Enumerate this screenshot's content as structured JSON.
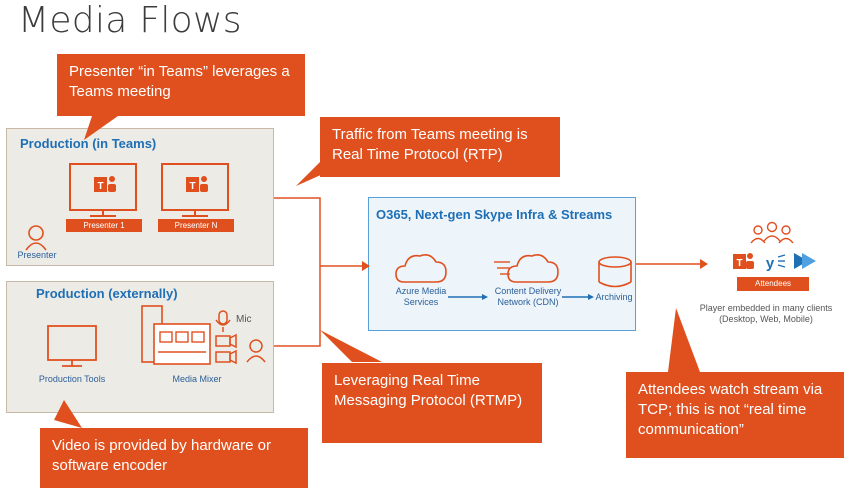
{
  "title": "Media Flows",
  "callouts": {
    "presenter_in_teams": "Presenter “in Teams” leverages a Teams meeting",
    "traffic_rtp": "Traffic from Teams meeting is Real Time Protocol (RTP)",
    "rtmp": "Leveraging Real Time Messaging Protocol (RTMP)",
    "encoder": "Video is provided by hardware or software encoder",
    "attendees_tcp": "Attendees watch stream via TCP; this is not “real time communication”"
  },
  "production_teams": {
    "title": "Production (in Teams)",
    "presenter1": "Presenter 1",
    "presenterN": "Presenter N",
    "presenter": "Presenter"
  },
  "production_external": {
    "title": "Production (externally)",
    "tools": "Production Tools",
    "mixer": "Media Mixer",
    "mic": "Mic"
  },
  "o365": {
    "title": "O365, Next-gen Skype Infra & Streams",
    "ams": "Azure Media Services",
    "cdn": "Content Delivery Network (CDN)",
    "archiving": "Archiving"
  },
  "attendees": {
    "label": "Attendees",
    "player": "Player embedded in many clients",
    "clients": "(Desktop, Web, Mobile)"
  },
  "colors": {
    "accent": "#e0501e",
    "blue": "#1f6fb5",
    "panel": "#edebe6"
  }
}
